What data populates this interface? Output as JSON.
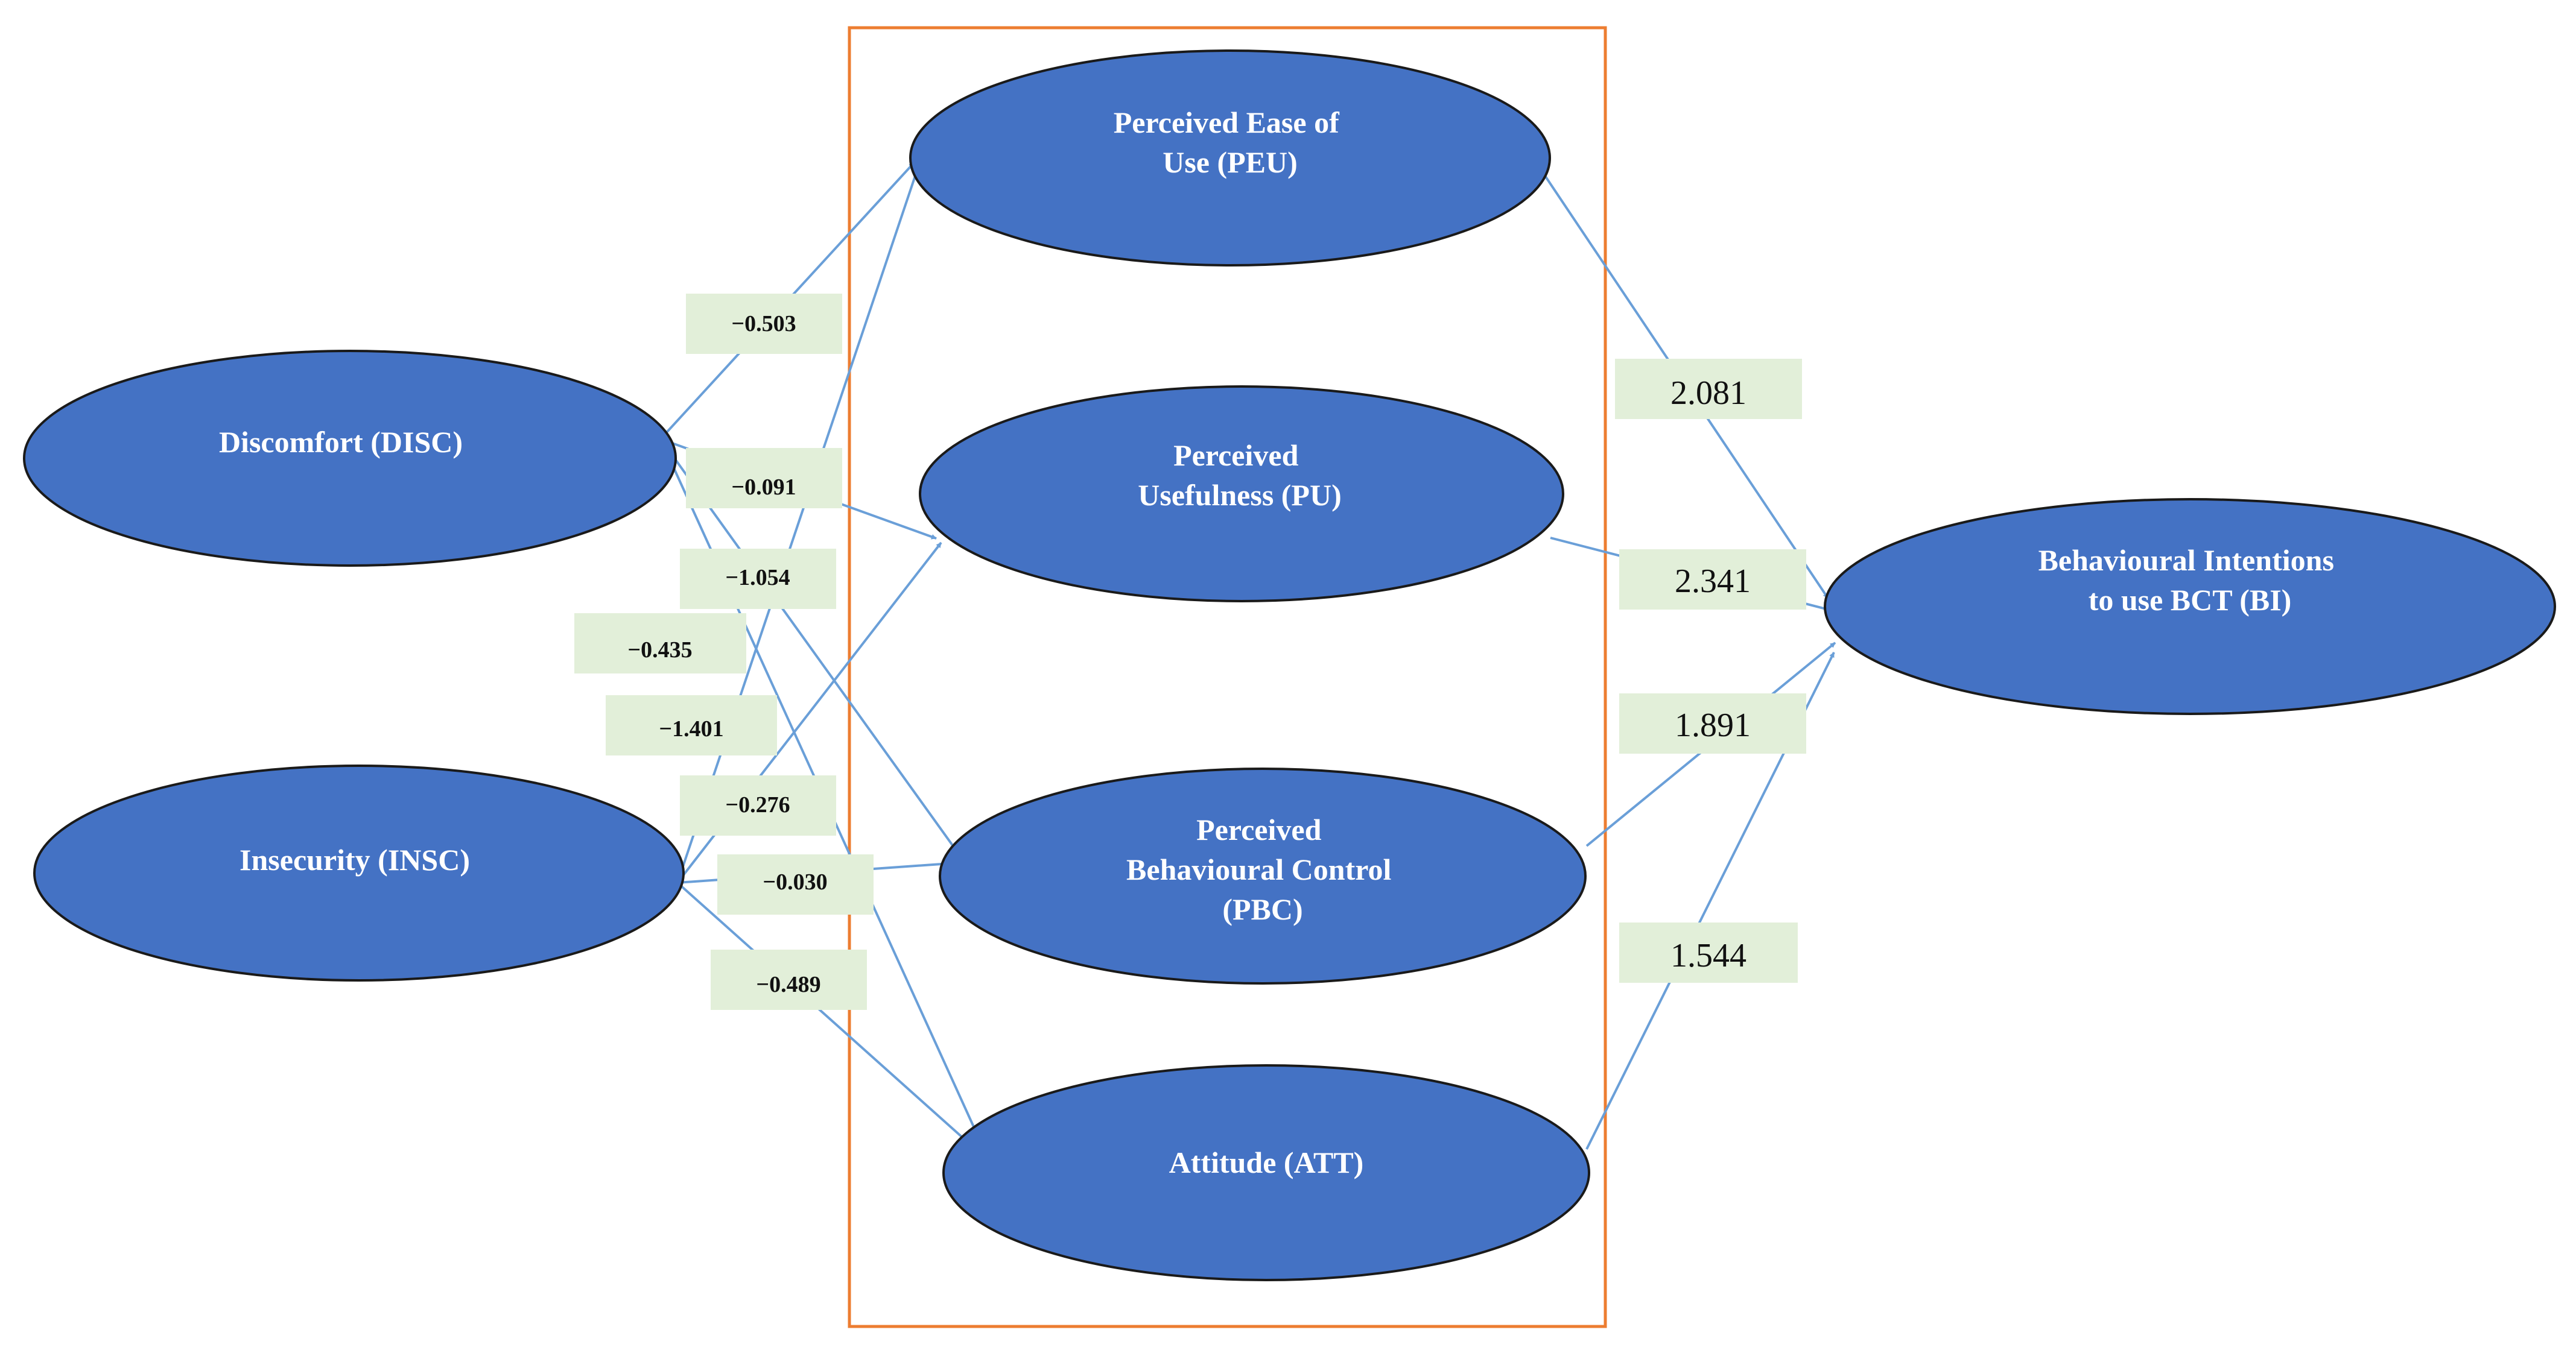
{
  "colors": {
    "node_fill": "#4472c4",
    "node_stroke": "#1a1a1a",
    "arrow": "#6a9fd8",
    "label_box": "#e2efd9",
    "frame": "#ed7d31"
  },
  "nodes": [
    {
      "id": "disc",
      "lines": [
        "Discomfort (DISC)"
      ]
    },
    {
      "id": "insc",
      "lines": [
        "Insecurity (INSC)"
      ]
    },
    {
      "id": "peu",
      "lines": [
        "Perceived Ease of",
        "Use (PEU)"
      ]
    },
    {
      "id": "pu",
      "lines": [
        "Perceived",
        "Usefulness (PU)"
      ]
    },
    {
      "id": "pbc",
      "lines": [
        "Perceived",
        "Behavioural Control",
        "(PBC)"
      ]
    },
    {
      "id": "att",
      "lines": [
        "Attitude (ATT)"
      ]
    },
    {
      "id": "bi",
      "lines": [
        "Behavioural Intentions",
        "to use BCT (BI)"
      ]
    }
  ],
  "edges": [
    {
      "id": "disc-peu",
      "from": "disc",
      "to": "peu",
      "coef": "−0.503"
    },
    {
      "id": "disc-pu",
      "from": "disc",
      "to": "pu",
      "coef": "−0.091"
    },
    {
      "id": "disc-pbc",
      "from": "disc",
      "to": "pbc",
      "coef": "−1.054"
    },
    {
      "id": "disc-att",
      "from": "disc",
      "to": "att",
      "coef": "−0.435"
    },
    {
      "id": "insc-peu",
      "from": "insc",
      "to": "peu",
      "coef": "−1.401"
    },
    {
      "id": "insc-pu",
      "from": "insc",
      "to": "pu",
      "coef": "−0.276"
    },
    {
      "id": "insc-pbc",
      "from": "insc",
      "to": "pbc",
      "coef": "−0.030"
    },
    {
      "id": "insc-att",
      "from": "insc",
      "to": "att",
      "coef": "−0.489"
    },
    {
      "id": "peu-bi",
      "from": "peu",
      "to": "bi",
      "coef": "2.081"
    },
    {
      "id": "pu-bi",
      "from": "pu",
      "to": "bi",
      "coef": "2.341"
    },
    {
      "id": "pbc-bi",
      "from": "pbc",
      "to": "bi",
      "coef": "1.891"
    },
    {
      "id": "att-bi",
      "from": "att",
      "to": "bi",
      "coef": "1.544"
    }
  ]
}
